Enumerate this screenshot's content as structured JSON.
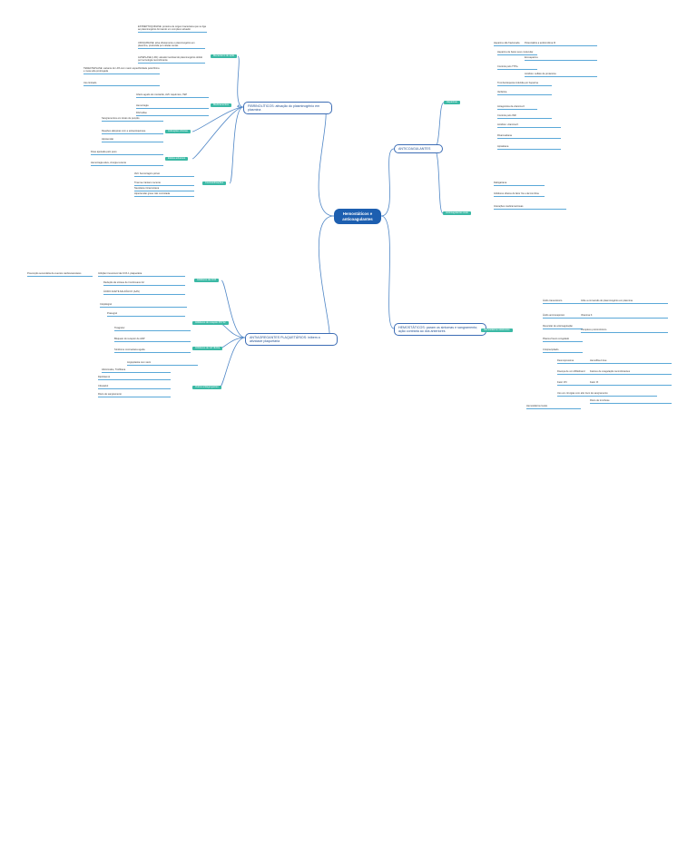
{
  "root": {
    "title": "Hemostáticos e anticoagulantes"
  },
  "branches": {
    "tl": {
      "title": "FIBRINOLÍTICOS: ativação do plasminogênio em plasmina"
    },
    "bl": {
      "title": "ANTIAGREGANTES PLAQUETÁRIOS: inibem a atividade plaquetária"
    },
    "tr": {
      "title": "ANTICOAGULANTES"
    },
    "br": {
      "title": "HEMOSTÁTICOS: param os sintomas e sangramento; ação contrária ao dos anteriores"
    }
  },
  "tags": {
    "tl1": "Mecanismo de ação",
    "tl2": "Medicamentos",
    "tl3": "Indicações clínicas",
    "tl4": "Efeitos adversos",
    "tl5": "Contraindicações",
    "bl1": "Inibidores da COX",
    "bl2": "Inibidores do receptor P2Y12",
    "bl3": "Inibidores de GP IIb/IIIa",
    "bl4": "Outros antiagregantes",
    "tr1": "Heparinas",
    "tr2": "Anticoagulantes orais",
    "br1": "Hemostáticos sistêmicos"
  },
  "texts": {
    "tl": [
      "ESTREPTOQUINASE: proteína de origem bacteriana que se liga ao plasminogênio formando um complexo ativador",
      "UROQUINASE: ativa diretamente o plasminogênio em plasmina, produzida por células renais",
      "ALTEPLASE (t-PA): ativador tecidual do plasminogênio obtido por tecnologia recombinante",
      "TENECTEPLASE: variante do t-PA com maior especificidade pela fibrina e meia-vida prolongada",
      "Uso limitado",
      "Infarto agudo do miocárdio, AVC isquêmico, TEP",
      "Hemorragia",
      "Fibrinólise",
      "Sangramentos em locais de punção",
      "Reações alérgicas com a estreptoquinase",
      "Hipotensão",
      "Dose ajustada pelo peso",
      "Hemorragia ativa, cirurgia recente",
      "AVC hemorrágico prévio",
      "Trauma craniano recente",
      "Neoplasia intracraniana",
      "Hipertensão grave não controlada"
    ],
    "bl": [
      "Inibição irreversível da COX-1 plaquetária",
      "Redução da síntese de tromboxano A2",
      "ÁCIDO ACETILSALICÍLICO (AAS)",
      "Prevenção secundária de eventos cardiovasculares",
      "Clopidogrel",
      "Prasugrel",
      "Ticagrelor",
      "Bloqueio do receptor de ADP",
      "Síndrome coronariana aguda",
      "Angioplastia com stent",
      "Abciximabe, Tirofibana",
      "Dipiridamol",
      "Cilostazol",
      "Risco de sangramento"
    ],
    "tr": [
      "Heparina não fracionada",
      "Potencializa a antitrombina III",
      "Heparina de baixo peso molecular",
      "Enoxaparina",
      "Controle pelo TTPa",
      "Antídoto: sulfato de protamina",
      "Trombocitopenia induzida por heparina",
      "Varfarina",
      "Antagonista da vitamina K",
      "Controle pelo INR",
      "Antídoto: vitamina K",
      "Rivaroxabana",
      "Apixabana",
      "Dabigatrana",
      "Inibidores diretos do fator Xa e da trombina",
      "Interações medicamentosas"
    ],
    "br": [
      "Ácido tranexâmico",
      "Inibe a conversão do plasminogênio em plasmina",
      "Ácido aminocaproico",
      "Vitamina K",
      "Reversão de anticoagulação",
      "Complexo protrombínico",
      "Plasma fresco congelado",
      "Crioprecipitado",
      "Desmopressina",
      "Doença de von Willebrand",
      "Hemofilia A leve",
      "Fatores de coagulação recombinantes",
      "Fator VIII",
      "Fator IX",
      "Uso em cirurgias com alto risco de sangramento",
      "Risco de trombose",
      "Hemostáticos locais"
    ]
  }
}
